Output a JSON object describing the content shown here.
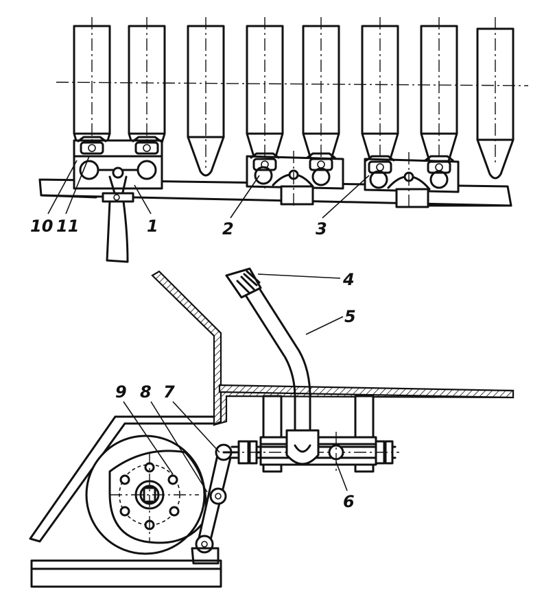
{
  "figure": {
    "labels": {
      "l1": "1",
      "l2": "2",
      "l3": "3",
      "l4": "4",
      "l5": "5",
      "l6": "6",
      "l7": "7",
      "l8": "8",
      "l9": "9",
      "l10": "10",
      "l11": "11"
    }
  }
}
